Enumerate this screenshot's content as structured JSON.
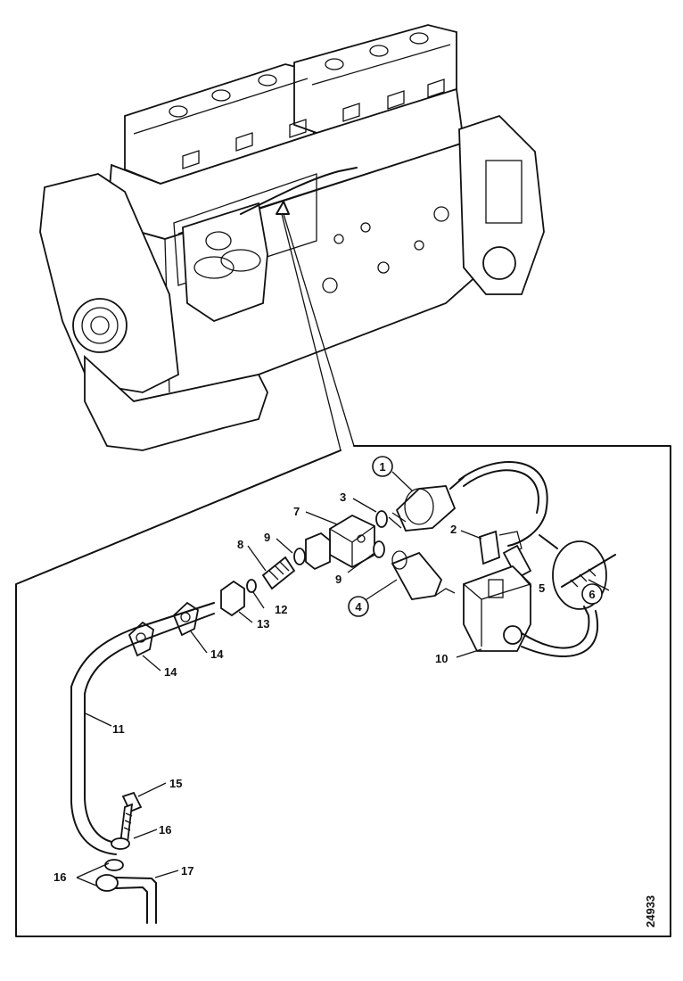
{
  "drawing_code": "24933",
  "callouts": [
    {
      "id": "c1",
      "text": "1",
      "circled": true
    },
    {
      "id": "c2",
      "text": "2"
    },
    {
      "id": "c3",
      "text": "3"
    },
    {
      "id": "c4",
      "text": "4",
      "circled": true
    },
    {
      "id": "c5",
      "text": "5"
    },
    {
      "id": "c6",
      "text": "6",
      "circled": true
    },
    {
      "id": "c7",
      "text": "7"
    },
    {
      "id": "c8",
      "text": "8"
    },
    {
      "id": "c9a",
      "text": "9"
    },
    {
      "id": "c9b",
      "text": "9"
    },
    {
      "id": "c10",
      "text": "10"
    },
    {
      "id": "c11",
      "text": "11"
    },
    {
      "id": "c12",
      "text": "12"
    },
    {
      "id": "c13",
      "text": "13"
    },
    {
      "id": "c14a",
      "text": "14"
    },
    {
      "id": "c14b",
      "text": "14"
    },
    {
      "id": "c15",
      "text": "15"
    },
    {
      "id": "c16a",
      "text": "16"
    },
    {
      "id": "c16b",
      "text": "16"
    },
    {
      "id": "c17",
      "text": "17"
    }
  ]
}
